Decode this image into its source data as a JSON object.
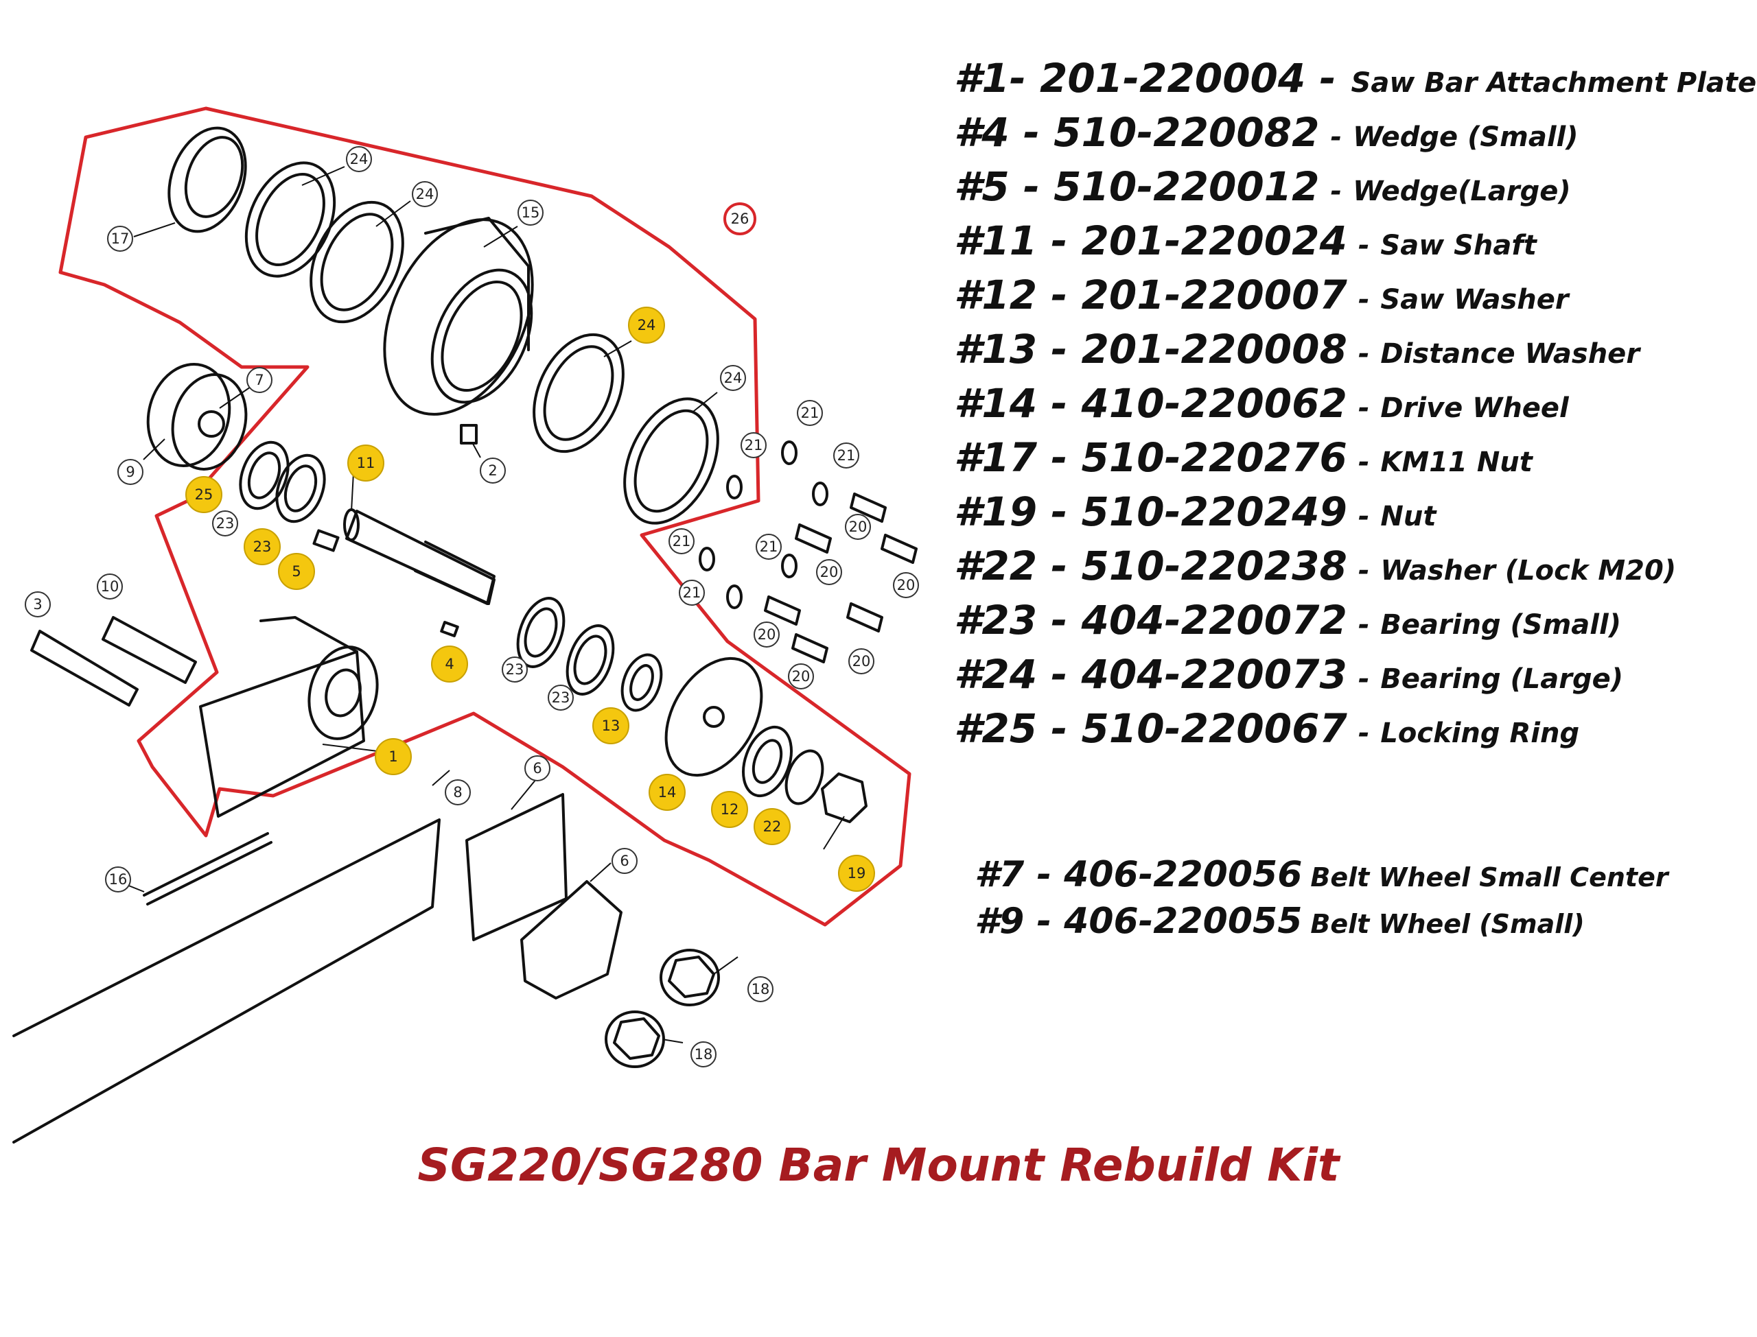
{
  "title": "SG220/SG280 Bar Mount Rebuild Kit",
  "colors": {
    "kit_outline": "#d8262a",
    "kit_highlight": "#f4c70f",
    "title": "#a61c20"
  },
  "legend": [
    {
      "code": "#1- 201-220004 -",
      "desc": "Saw Bar Attachment Plate"
    },
    {
      "code": "#4 - 510-220082",
      "sep": "-",
      "desc": "Wedge (Small)"
    },
    {
      "code": "#5 - 510-220012",
      "sep": "-",
      "desc": "Wedge(Large)"
    },
    {
      "code": "#11 - 201-220024",
      "sep": "-",
      "desc": "Saw Shaft"
    },
    {
      "code": "#12 - 201-220007",
      "sep": "-",
      "desc": "Saw Washer"
    },
    {
      "code": "#13 - 201-220008",
      "sep": "-",
      "desc": "Distance Washer"
    },
    {
      "code": "#14 - 410-220062",
      "sep": "-",
      "desc": "Drive Wheel"
    },
    {
      "code": "#17 - 510-220276",
      "sep": "-",
      "desc": "KM11 Nut"
    },
    {
      "code": "#19 - 510-220249",
      "sep": "-",
      "desc": "Nut"
    },
    {
      "code": "#22 - 510-220238",
      "sep": "-",
      "desc": "Washer (Lock M20)"
    },
    {
      "code": "#23 - 404-220072",
      "sep": "-",
      "desc": "Bearing (Small)"
    },
    {
      "code": "#24 - 404-220073",
      "sep": "-",
      "desc": "Bearing (Large)"
    },
    {
      "code": "#25 - 510-220067",
      "sep": "-",
      "desc": "Locking Ring"
    }
  ],
  "legend_secondary": [
    {
      "code": "#7 - 406-220056",
      "desc": "Belt Wheel Small Center"
    },
    {
      "code": "#9 - 406-220055",
      "desc": "Belt Wheel (Small)"
    }
  ],
  "callouts": [
    {
      "label": "24",
      "kit": false
    },
    {
      "label": "24",
      "kit": false
    },
    {
      "label": "17",
      "kit": false
    },
    {
      "label": "15",
      "kit": false
    },
    {
      "label": "26",
      "kit": false
    },
    {
      "label": "24",
      "kit": true
    },
    {
      "label": "24",
      "kit": false
    },
    {
      "label": "7",
      "kit": false
    },
    {
      "label": "9",
      "kit": false
    },
    {
      "label": "2",
      "kit": false
    },
    {
      "label": "11",
      "kit": true
    },
    {
      "label": "25",
      "kit": true
    },
    {
      "label": "23",
      "kit": false
    },
    {
      "label": "23",
      "kit": true
    },
    {
      "label": "5",
      "kit": true
    },
    {
      "label": "21",
      "kit": false
    },
    {
      "label": "21",
      "kit": false
    },
    {
      "label": "21",
      "kit": false
    },
    {
      "label": "21",
      "kit": false
    },
    {
      "label": "21",
      "kit": false
    },
    {
      "label": "21",
      "kit": false
    },
    {
      "label": "20",
      "kit": false
    },
    {
      "label": "20",
      "kit": false
    },
    {
      "label": "20",
      "kit": false
    },
    {
      "label": "20",
      "kit": false
    },
    {
      "label": "20",
      "kit": false
    },
    {
      "label": "20",
      "kit": false
    },
    {
      "label": "3",
      "kit": false
    },
    {
      "label": "10",
      "kit": false
    },
    {
      "label": "4",
      "kit": true
    },
    {
      "label": "23",
      "kit": false
    },
    {
      "label": "23",
      "kit": false
    },
    {
      "label": "13",
      "kit": true
    },
    {
      "label": "1",
      "kit": true
    },
    {
      "label": "14",
      "kit": true
    },
    {
      "label": "12",
      "kit": true
    },
    {
      "label": "22",
      "kit": true
    },
    {
      "label": "19",
      "kit": true
    },
    {
      "label": "8",
      "kit": false
    },
    {
      "label": "6",
      "kit": false
    },
    {
      "label": "6",
      "kit": false
    },
    {
      "label": "16",
      "kit": false
    },
    {
      "label": "18",
      "kit": false
    },
    {
      "label": "18",
      "kit": false
    }
  ]
}
